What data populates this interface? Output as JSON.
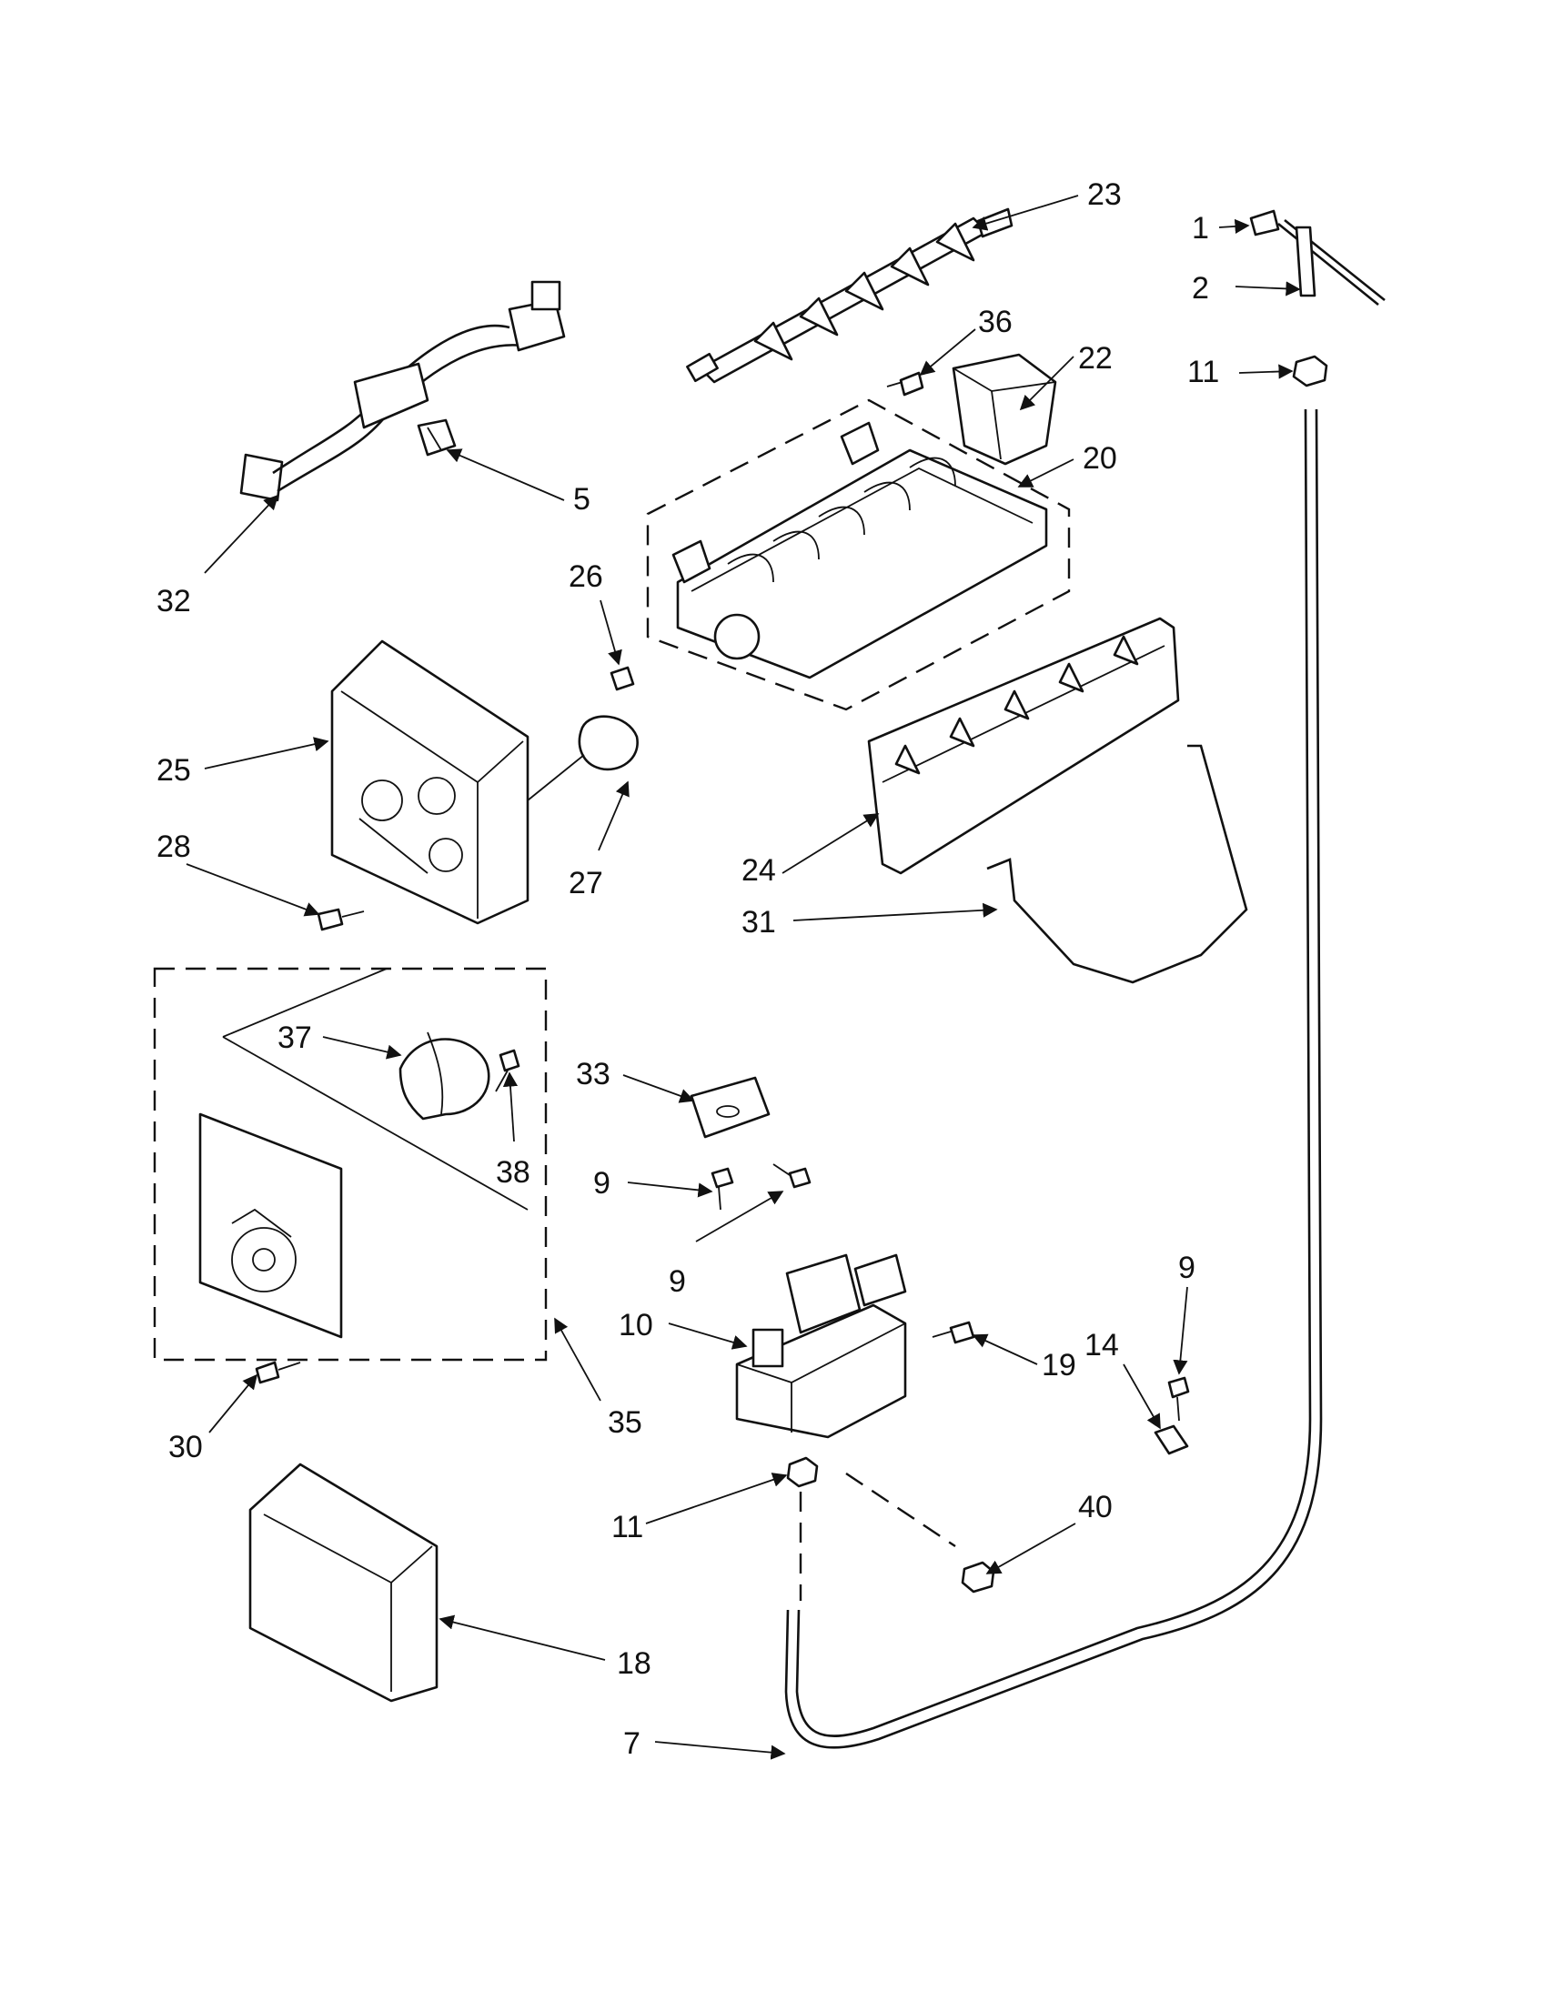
{
  "diagram": {
    "type": "exploded-parts-diagram",
    "callouts": [
      {
        "id": "c1",
        "label": "1"
      },
      {
        "id": "c2",
        "label": "2"
      },
      {
        "id": "c11a",
        "label": "11"
      },
      {
        "id": "c23",
        "label": "23"
      },
      {
        "id": "c36",
        "label": "36"
      },
      {
        "id": "c22",
        "label": "22"
      },
      {
        "id": "c20",
        "label": "20"
      },
      {
        "id": "c5",
        "label": "5"
      },
      {
        "id": "c32",
        "label": "32"
      },
      {
        "id": "c26",
        "label": "26"
      },
      {
        "id": "c25",
        "label": "25"
      },
      {
        "id": "c27",
        "label": "27"
      },
      {
        "id": "c28",
        "label": "28"
      },
      {
        "id": "c24",
        "label": "24"
      },
      {
        "id": "c31",
        "label": "31"
      },
      {
        "id": "c37",
        "label": "37"
      },
      {
        "id": "c38",
        "label": "38"
      },
      {
        "id": "c33",
        "label": "33"
      },
      {
        "id": "c9a",
        "label": "9"
      },
      {
        "id": "c9b",
        "label": "9"
      },
      {
        "id": "c9c",
        "label": "9"
      },
      {
        "id": "c10",
        "label": "10"
      },
      {
        "id": "c19",
        "label": "19"
      },
      {
        "id": "c14",
        "label": "14"
      },
      {
        "id": "c30",
        "label": "30"
      },
      {
        "id": "c35",
        "label": "35"
      },
      {
        "id": "c11b",
        "label": "11"
      },
      {
        "id": "c40",
        "label": "40"
      },
      {
        "id": "c18",
        "label": "18"
      },
      {
        "id": "c7",
        "label": "7"
      }
    ]
  }
}
